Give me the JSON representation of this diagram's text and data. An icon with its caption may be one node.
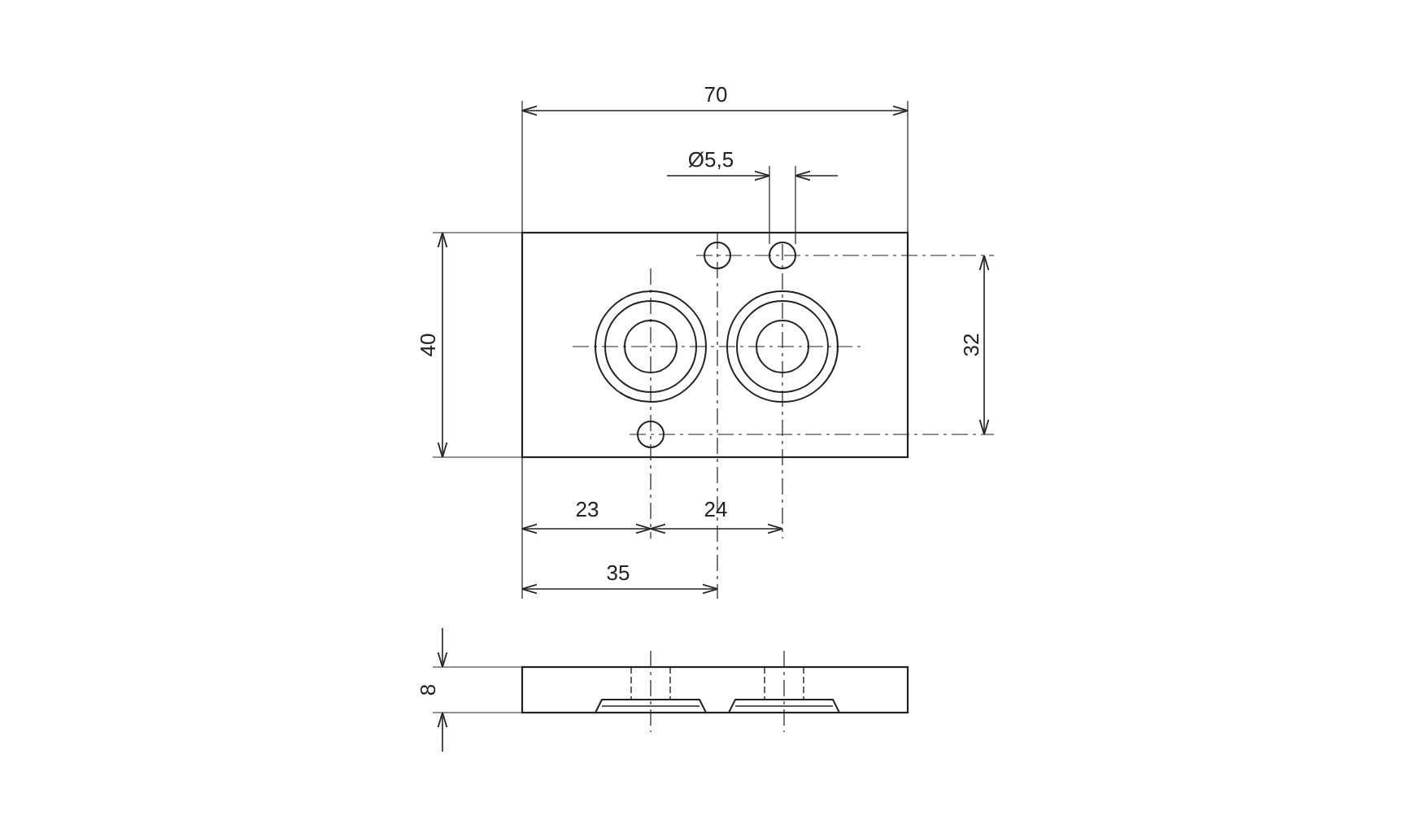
{
  "diagram": {
    "labels": [
      "70",
      "Ø5,5",
      "40",
      "32",
      "23",
      "24",
      "35",
      "8"
    ]
  }
}
